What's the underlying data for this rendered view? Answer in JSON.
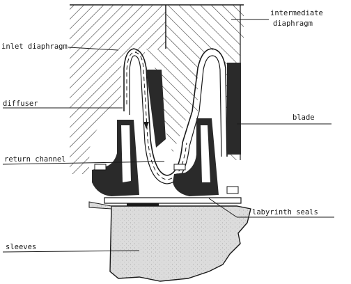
{
  "diagram": {
    "labels": {
      "intermediate_diaphragm_line1": "intermediate",
      "intermediate_diaphragm_line2": "diaphragm",
      "inlet_diaphragm": "inlet diaphragm",
      "diffuser": "diffuser",
      "blade": "blade",
      "return_channel": "return channel",
      "labyrinth_seals": "labyrinth seals",
      "sleeves": "sleeves"
    },
    "colors": {
      "ink": "#1a1a1a",
      "hatch": "#3a3a3a",
      "sleeve_fill": "#dcdcdc",
      "impeller_dark": "#2a2a2a"
    }
  }
}
